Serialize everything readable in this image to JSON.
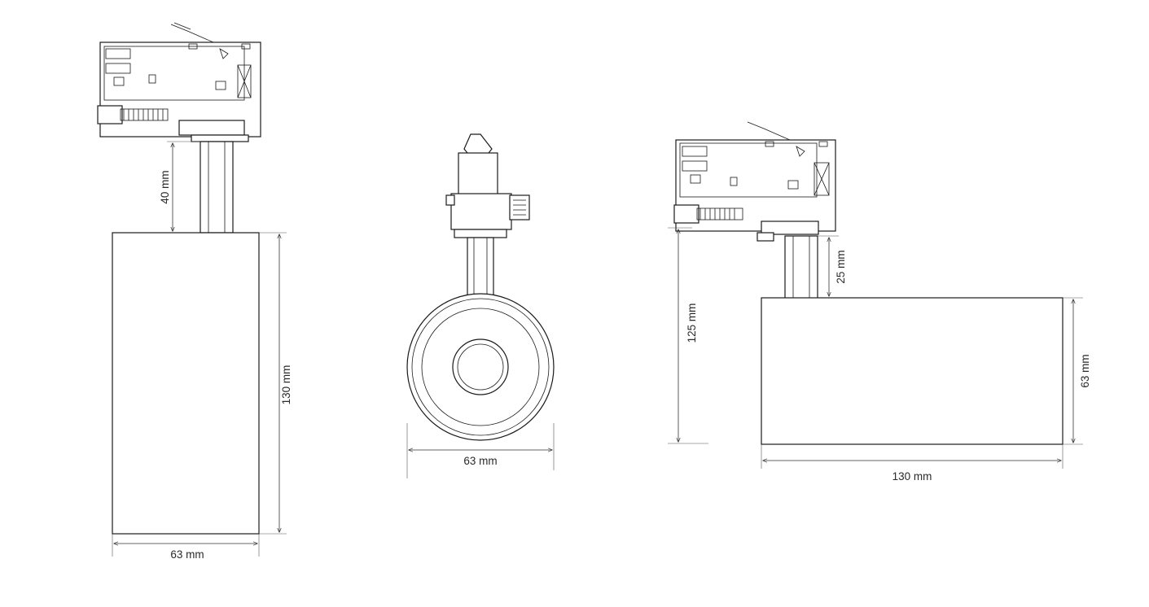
{
  "views": {
    "front": {
      "stem_label": "40 mm",
      "height_label": "130 mm",
      "width_label": "63 mm"
    },
    "end": {
      "width_label": "63 mm"
    },
    "side": {
      "total_height_label": "125 mm",
      "stem_label": "25 mm",
      "head_height_label": "63 mm",
      "length_label": "130 mm"
    }
  }
}
